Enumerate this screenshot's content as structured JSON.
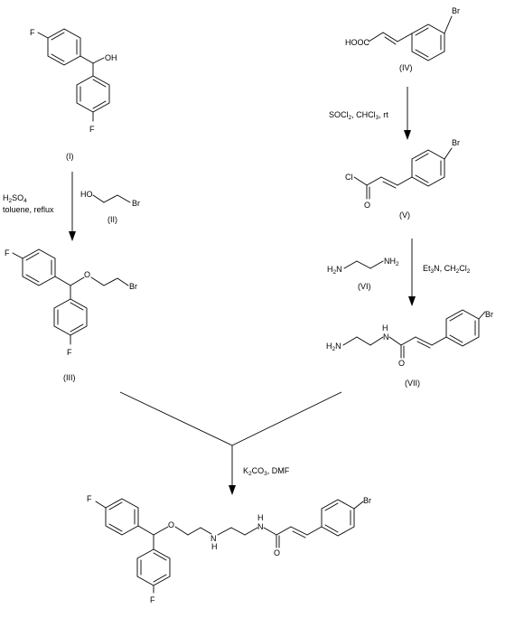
{
  "compounds": {
    "I": {
      "label": "(I)",
      "atoms": {
        "F1": "F",
        "F2": "F",
        "OH": "OH"
      }
    },
    "II": {
      "label": "(II)",
      "atoms": {
        "HO": "HO",
        "Br": "Br"
      }
    },
    "III": {
      "label": "(III)",
      "atoms": {
        "F1": "F",
        "F2": "F",
        "O": "O",
        "Br": "Br"
      }
    },
    "IV": {
      "label": "(IV)",
      "atoms": {
        "HOOC": "HOOC",
        "Br": "Br"
      }
    },
    "V": {
      "label": "(V)",
      "atoms": {
        "Cl": "Cl",
        "O": "O",
        "Br": "Br"
      }
    },
    "VI": {
      "label": "(VI)",
      "atoms": {
        "H2N": "H",
        "NH2": "NH"
      }
    },
    "VII": {
      "label": "(VII)",
      "atoms": {
        "H2N": "H",
        "NH": "H",
        "N": "N",
        "O": "O",
        "Br": "Br"
      }
    },
    "product": {
      "atoms": {
        "F1": "F",
        "F2": "F",
        "O": "O",
        "N1": "N",
        "H1": "H",
        "N2": "N",
        "H2": "H",
        "Oc": "O",
        "Br": "Br"
      }
    }
  },
  "conditions": {
    "step1_a": "H",
    "step1_sub": "2",
    "step1_b": "SO",
    "step1_sub2": "4",
    "step1_line2": "toluene, reflux",
    "step2_a": "SOCl",
    "step2_sub": "2",
    "step2_b": ", CHCl",
    "step2_sub2": "3",
    "step2_c": ", rt",
    "step3_a": "Et",
    "step3_sub": "3",
    "step3_b": "N, CH",
    "step3_sub2": "2",
    "step3_c": "Cl",
    "step3_sub3": "2",
    "step4_a": "K",
    "step4_sub": "2",
    "step4_b": "CO",
    "step4_sub2": "3",
    "step4_c": ", DMF"
  }
}
